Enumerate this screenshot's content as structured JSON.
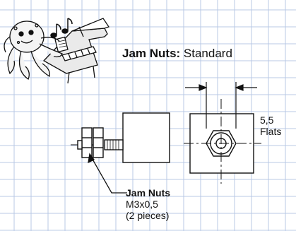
{
  "title": {
    "bold": "Jam Nuts:",
    "rest": " Standard"
  },
  "dimension": {
    "value": "5,5",
    "note": "Flats"
  },
  "callout": {
    "title": "Jam Nuts",
    "spec": "M3x0,5",
    "qty": "(2 pieces)"
  },
  "colors": {
    "grid": "#b9c9e6",
    "ink": "#111111",
    "mascot_fill": "#f2f2f2"
  },
  "icons": {
    "mascot": "octopus-at-piano-icon",
    "notes": "music-notes-icon"
  }
}
